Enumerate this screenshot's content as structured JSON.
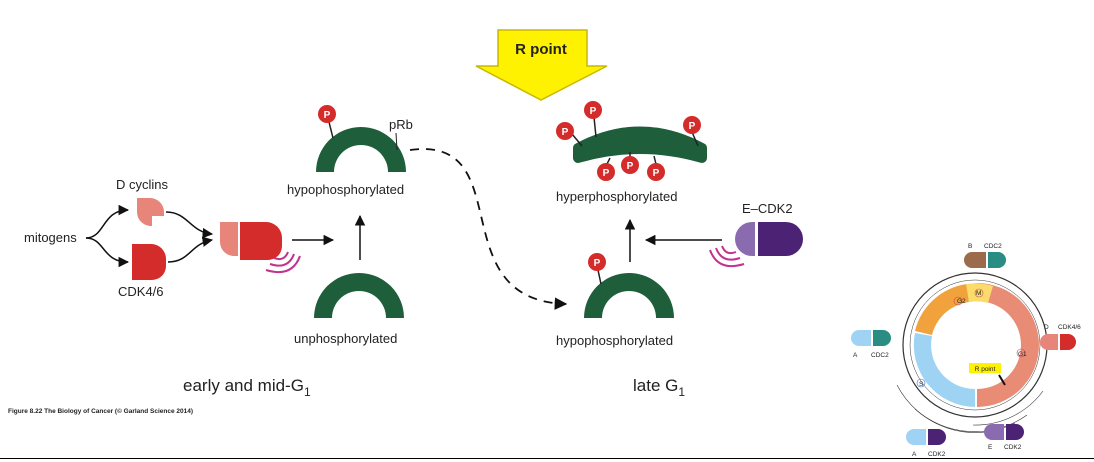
{
  "labels": {
    "mitogens": "mitogens",
    "d_cyclins": "D cyclins",
    "cdk46": "CDK4/6",
    "prb": "pRb",
    "hypo": "hypophosphorylated",
    "unphos": "unphosphorylated",
    "hyper": "hyperphosphorylated",
    "e_cdk2": "E–CDK2",
    "r_point": "R point",
    "p": "P",
    "early_main": "early and mid-G",
    "early_sub": "1",
    "late_main": "late G",
    "late_sub": "1",
    "caption": "Figure 8.22 The Biology of Cancer (© Garland Science 2014)"
  },
  "inset": {
    "phases": [
      "G2",
      "M",
      "G1",
      "S"
    ],
    "r_point": "R point",
    "complexes": [
      {
        "cyclin": "B",
        "cdk": "CDC2"
      },
      {
        "cyclin": "D",
        "cdk": "CDK4/6"
      },
      {
        "cyclin": "A",
        "cdk": "CDC2"
      },
      {
        "cyclin": "A",
        "cdk": "CDK2"
      },
      {
        "cyclin": "E",
        "cdk": "CDK2"
      }
    ]
  },
  "colors": {
    "prb_green": "#1e5e3a",
    "phospho_red": "#d42b2b",
    "cyclin_d": "#e8857a",
    "cdk46_red": "#d42b2b",
    "arc_magenta": "#c2338f",
    "cyclin_e": "#8b6bb0",
    "cdk2_purple": "#4c2374",
    "r_point_yellow": "#fff200",
    "g1_salmon": "#e98c76",
    "g2_orange": "#f2a23c",
    "s_blue": "#9fd3f3",
    "m_yellow": "#fbdc6a",
    "cdc2_teal": "#2a8d84",
    "cyclin_b_brown": "#9c6b4c",
    "cyclin_a_blue": "#9fd3f3"
  }
}
